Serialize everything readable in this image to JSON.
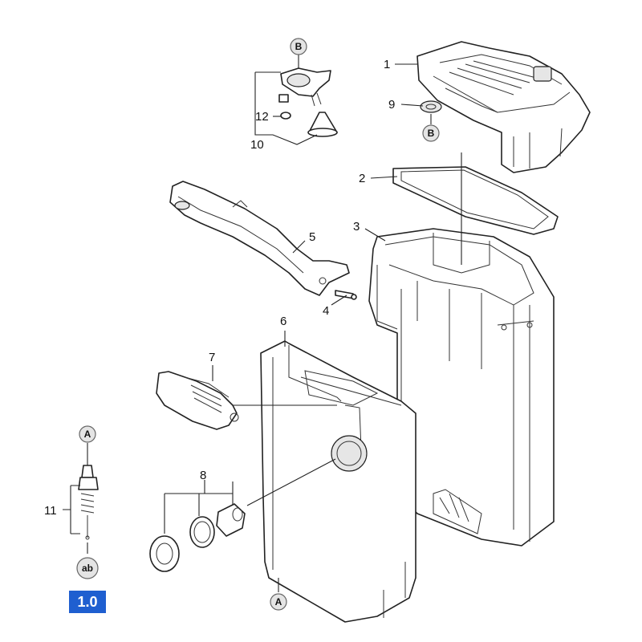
{
  "diagram": {
    "part_numbers": [
      "1",
      "2",
      "3",
      "4",
      "5",
      "6",
      "7",
      "8",
      "9",
      "10",
      "11",
      "12"
    ],
    "callouts": {
      "b_top": "B",
      "b_right": "B",
      "a_top": "A",
      "a_bottom": "A",
      "ab": "ab"
    },
    "version_badge": "1.0",
    "colors": {
      "line": "#222222",
      "badge": "#1f5fd0",
      "callout_fill": "#e4e4e4"
    }
  }
}
